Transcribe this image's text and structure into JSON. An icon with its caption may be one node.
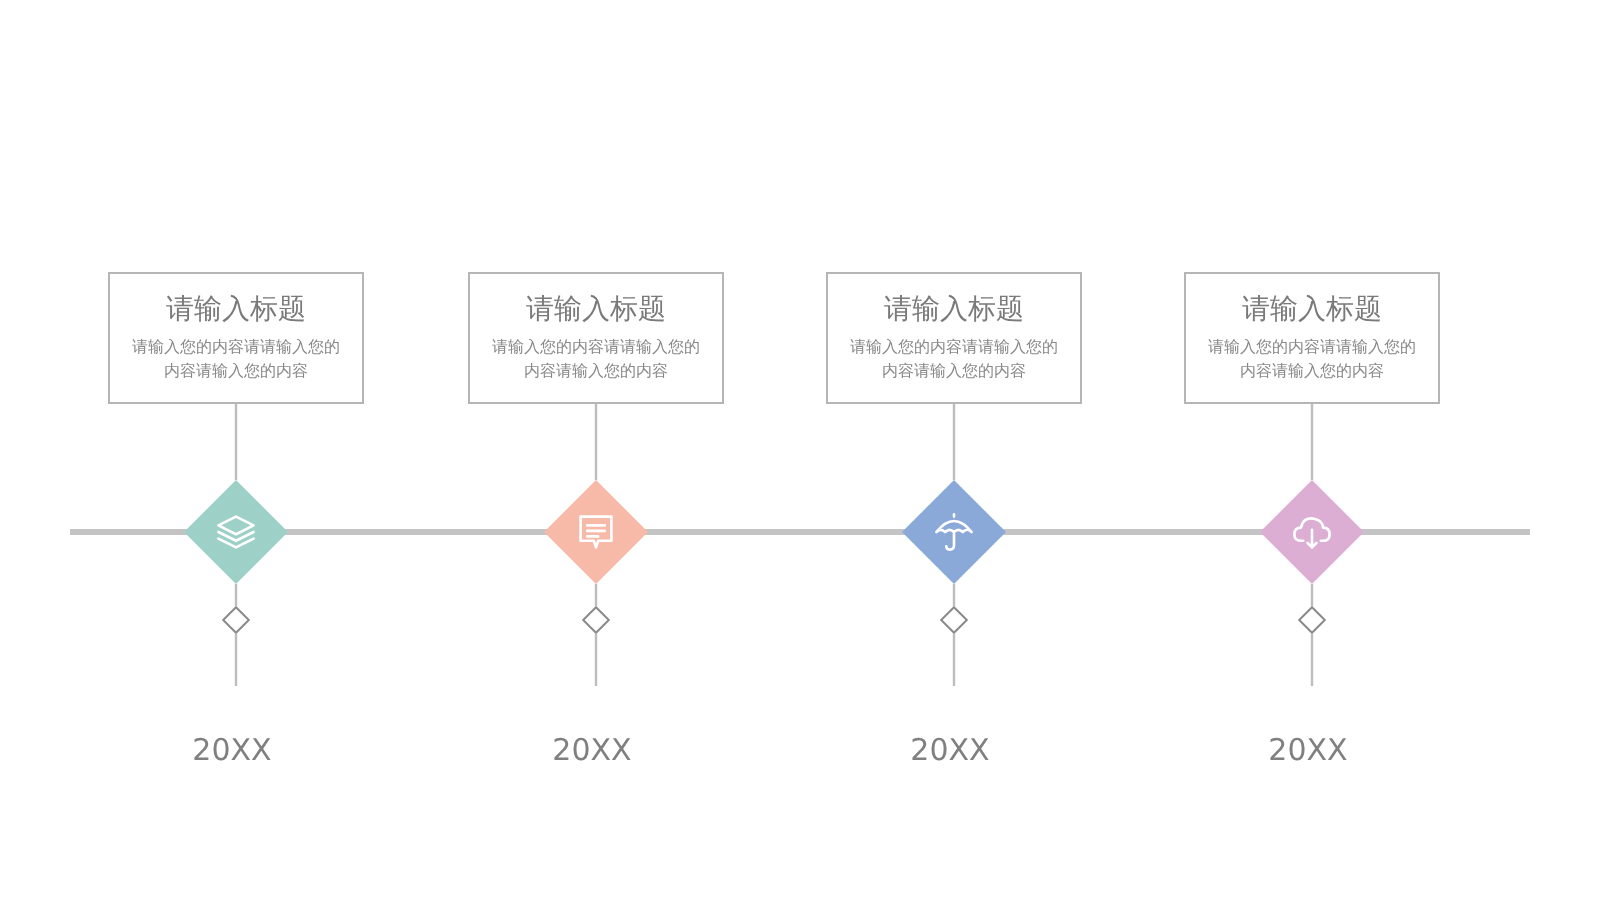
{
  "diagram": {
    "nodes": [
      {
        "text": [
          "请输入标题",
          "请输入您的内容请请输入您的内容请输入您的内容"
        ]
      },
      {
        "text": [
          "请输入标题",
          "请输入您的内容请请输入您的内容请输入您的内容"
        ]
      },
      {
        "text": [
          "请输入标题",
          "请输入您的内容请请输入您的内容请输入您的内容"
        ]
      },
      {
        "text": [
          "请输入标题",
          "请输入您的内容请请输入您的内容请输入您的内容"
        ]
      },
      {
        "text": [],
        "shape": "diamond"
      },
      {
        "text": [],
        "shape": "diamond"
      },
      {
        "text": [],
        "shape": "diamond"
      },
      {
        "text": [],
        "shape": "diamond"
      },
      {
        "text": [],
        "shape": "diamond"
      },
      {
        "text": [],
        "shape": "diamond"
      },
      {
        "text": [],
        "shape": "diamond"
      },
      {
        "text": [],
        "shape": "diamond"
      }
    ],
    "edges": [
      {
        "from": 0,
        "to": 4,
        "arrow": "none"
      },
      {
        "from": 1,
        "to": 5,
        "arrow": "none"
      },
      {
        "from": 2,
        "to": 6,
        "arrow": "none"
      },
      {
        "from": 3,
        "to": 7,
        "arrow": "none"
      },
      {
        "from": 4,
        "to": 8,
        "arrow": "none"
      },
      {
        "from": 5,
        "to": 9,
        "arrow": "none"
      },
      {
        "from": 6,
        "to": 10,
        "arrow": "none"
      },
      {
        "from": 7,
        "to": 11,
        "arrow": "none"
      },
      {
        "from": 8,
        "to": null,
        "arrow": "none"
      },
      {
        "from": 9,
        "to": null,
        "arrow": "none"
      },
      {
        "from": 10,
        "to": null,
        "arrow": "none"
      },
      {
        "from": 11,
        "to": null,
        "arrow": "none"
      }
    ],
    "labels": [
      "20XX",
      "20XX",
      "20XX",
      "20XX"
    ]
  }
}
